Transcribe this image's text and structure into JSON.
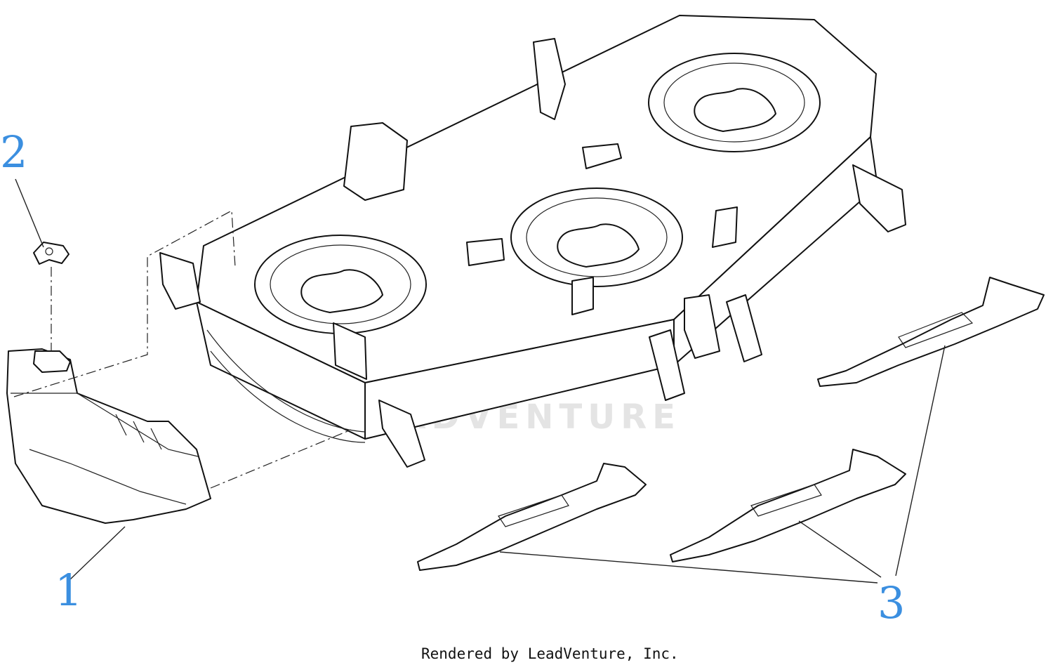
{
  "diagram": {
    "callouts": [
      {
        "id": "callout-1",
        "label": "1"
      },
      {
        "id": "callout-2",
        "label": "2"
      },
      {
        "id": "callout-3",
        "label": "3"
      }
    ],
    "watermark_text": "LEADVENTURE",
    "credit_text": "Rendered by LeadVenture, Inc.",
    "colors": {
      "callout": "#3b8fe0",
      "line": "#111111",
      "watermark": "#e4e4e4"
    }
  }
}
